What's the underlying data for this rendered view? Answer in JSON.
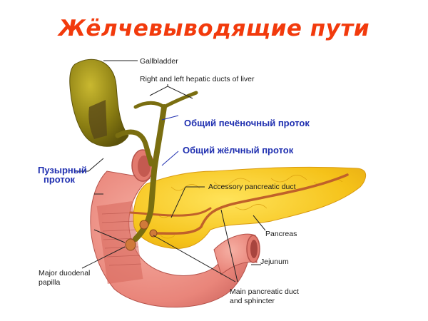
{
  "title": "Жёлчевыводящие пути",
  "labels_en": {
    "gallbladder": "Gallbladder",
    "hepatic_ducts": "Right and left hepatic ducts of liver",
    "accessory_duct": "Accessory pancreatic duct",
    "pancreas": "Pancreas",
    "jejunum": "Jejunum",
    "main_duct_line1": "Main pancreatic duct",
    "main_duct_line2": "and sphincter",
    "papilla_line1": "Major duodenal",
    "papilla_line2": "papilla"
  },
  "labels_ru": {
    "common_hepatic_duct": "Общий печёночный проток",
    "common_bile_duct": "Общий жёлчный проток",
    "cystic_duct_line1": "Пузырный",
    "cystic_duct_line2": "проток"
  },
  "colors": {
    "title": "#f23a0c",
    "russian_labels": "#1f2fb0",
    "gallbladder": "#8a7d12",
    "duodenum": "#e9857a",
    "pancreas": "#f5c219",
    "duct": "#c0612a"
  }
}
